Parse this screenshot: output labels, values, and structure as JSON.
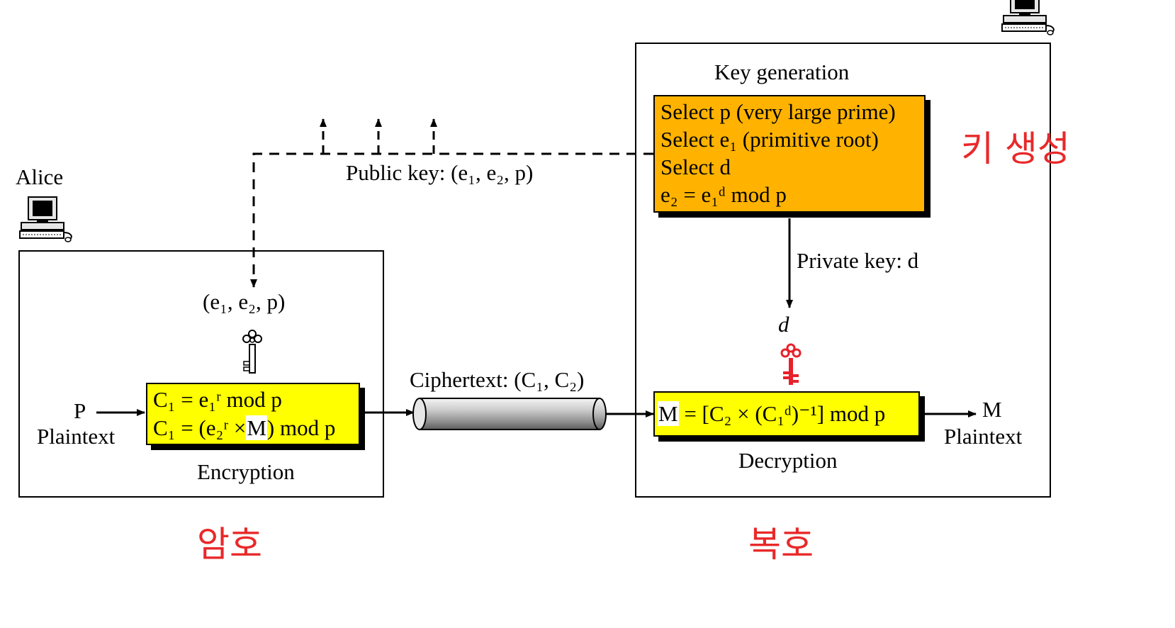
{
  "alice": {
    "label": "Alice"
  },
  "encryption": {
    "input_letter": "P",
    "input_label": "Plaintext",
    "key_tuple": "(e₁, e₂, p)",
    "formula_c1": "C₁ = e₁ʳ mod p",
    "formula_c2_prefix": "C₁ = (e₂ʳ ×",
    "formula_c2_m": "M",
    "formula_c2_suffix": ") mod p",
    "label": "Encryption",
    "korean": "암호"
  },
  "channel": {
    "label": "Ciphertext: (C₁, C₂)"
  },
  "public_key": {
    "label": "Public key: (e₁, e₂, p)"
  },
  "key_generation": {
    "title": "Key generation",
    "lines": [
      "Select p (very large prime)",
      "Select e₁ (primitive root)",
      "Select d",
      "e₂ = e₁ᵈ mod p"
    ],
    "korean": "키 생성"
  },
  "private_key": {
    "label": "Private key: d",
    "symbol": "d"
  },
  "decryption": {
    "formula_m": "M",
    "formula_rest": "= [C₂ × (C₁ᵈ)⁻¹] mod p",
    "label": "Decryption",
    "output_letter": "M",
    "output_label": "Plaintext",
    "korean": "복호"
  },
  "colors": {
    "orange": "#ffb300",
    "yellow": "#ffff00",
    "korean_red": "#e8292a",
    "private_key_red": "#e8202a"
  }
}
